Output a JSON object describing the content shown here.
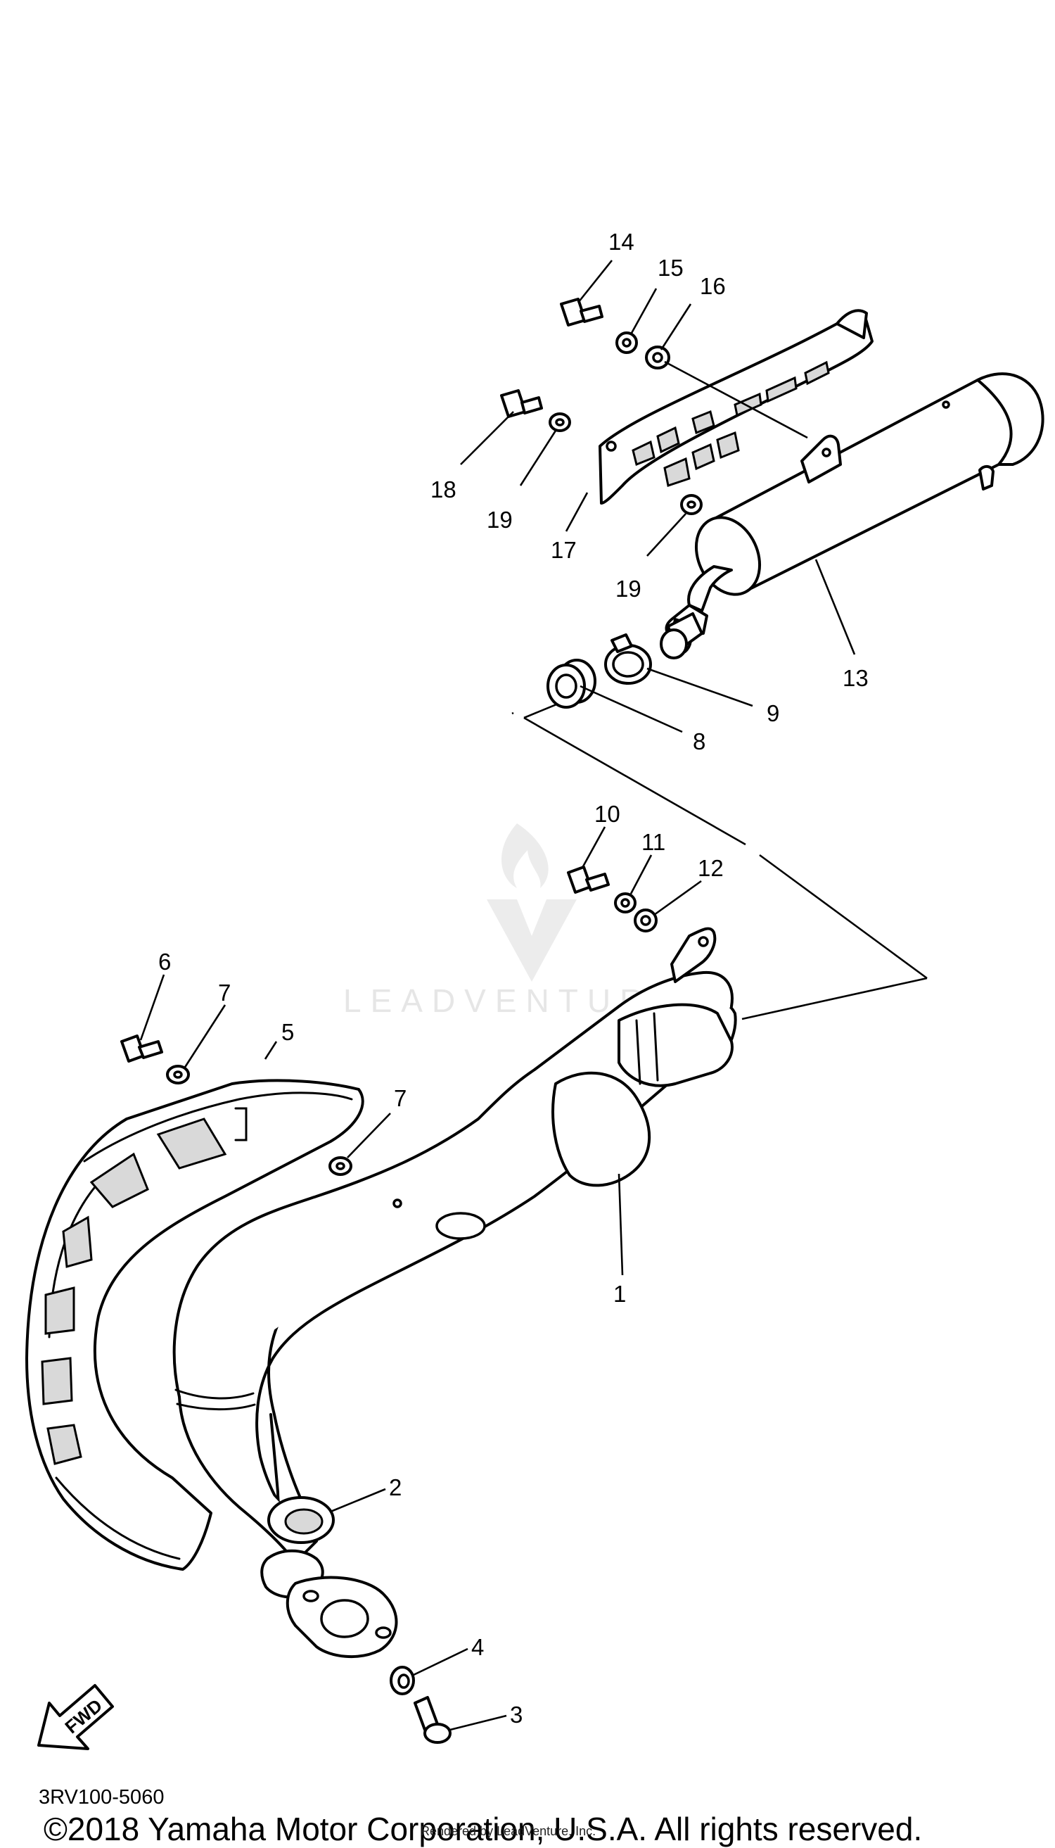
{
  "diagram": {
    "code": "3RV100-5060",
    "copyright": "©2018 Yamaha Motor Corporation, U.S.A. All rights reserved.",
    "rendered_by": "Rendered by LeadVenture, Inc.",
    "watermark": "LEADVENTURE",
    "fwd_label": "FWD"
  },
  "callouts": {
    "c1": "1",
    "c2": "2",
    "c3": "3",
    "c4": "4",
    "c5": "5",
    "c6": "6",
    "c7a": "7",
    "c7b": "7",
    "c8": "8",
    "c9": "9",
    "c10": "10",
    "c11": "11",
    "c12": "12",
    "c13": "13",
    "c14": "14",
    "c15": "15",
    "c16": "16",
    "c17": "17",
    "c18": "18",
    "c19a": "19",
    "c19b": "19"
  }
}
